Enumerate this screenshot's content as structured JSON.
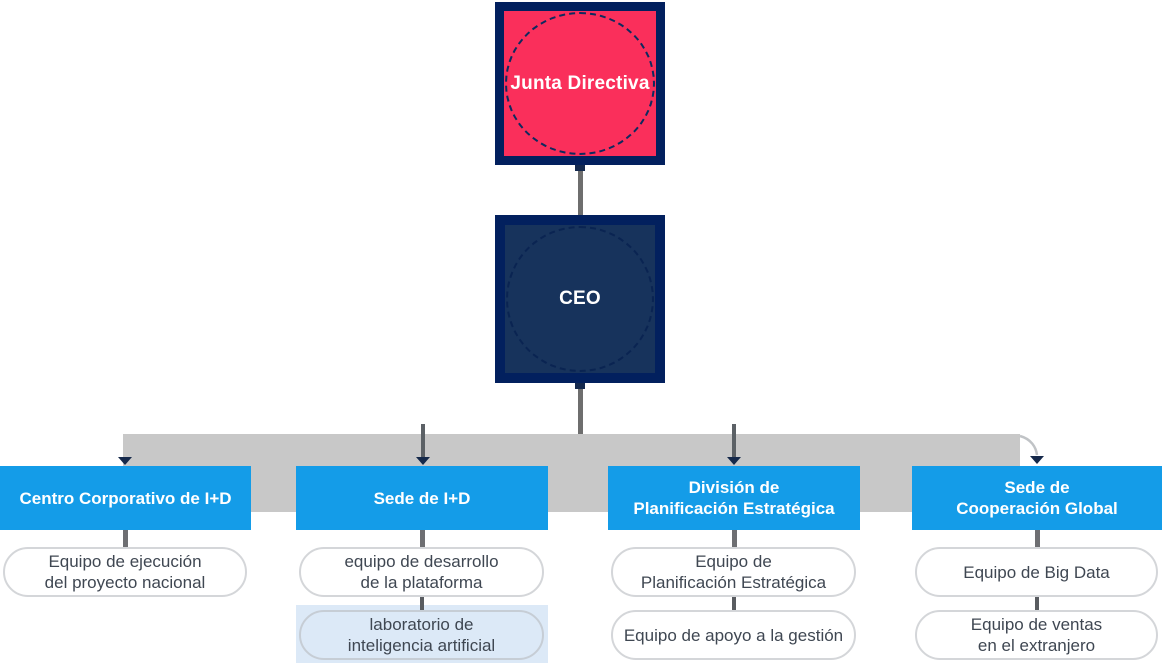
{
  "org_chart": {
    "board": {
      "label": "Junta Directiva"
    },
    "ceo": {
      "label": "CEO"
    },
    "divisions": [
      {
        "label_lines": [
          "Centro Corporativo de I+D"
        ],
        "teams": [
          {
            "lines": [
              "Equipo de ejecución",
              "del proyecto nacional"
            ],
            "highlight": false
          }
        ]
      },
      {
        "label_lines": [
          "Sede de I+D"
        ],
        "teams": [
          {
            "lines": [
              "equipo de desarrollo",
              "de la plataforma"
            ],
            "highlight": false
          },
          {
            "lines": [
              "laboratorio de",
              "inteligencia artificial"
            ],
            "highlight": true
          }
        ]
      },
      {
        "label_lines": [
          "División de",
          "Planificación Estratégica"
        ],
        "teams": [
          {
            "lines": [
              "Equipo de",
              "Planificación Estratégica"
            ],
            "highlight": false
          },
          {
            "lines": [
              "Equipo de apoyo a la gestión"
            ],
            "highlight": false
          }
        ]
      },
      {
        "label_lines": [
          "Sede de",
          "Cooperación Global"
        ],
        "teams": [
          {
            "lines": [
              "Equipo de Big Data"
            ],
            "highlight": false
          },
          {
            "lines": [
              "Equipo de ventas",
              "en el extranjero"
            ],
            "highlight": false
          }
        ]
      }
    ],
    "colors": {
      "pink": "#fa2f5b",
      "navy_border": "#02205e",
      "navy_fill": "#17335c",
      "blue": "#149ce8",
      "lightblue": "#dce9f7",
      "band_gray": "#c8c8c8"
    }
  }
}
